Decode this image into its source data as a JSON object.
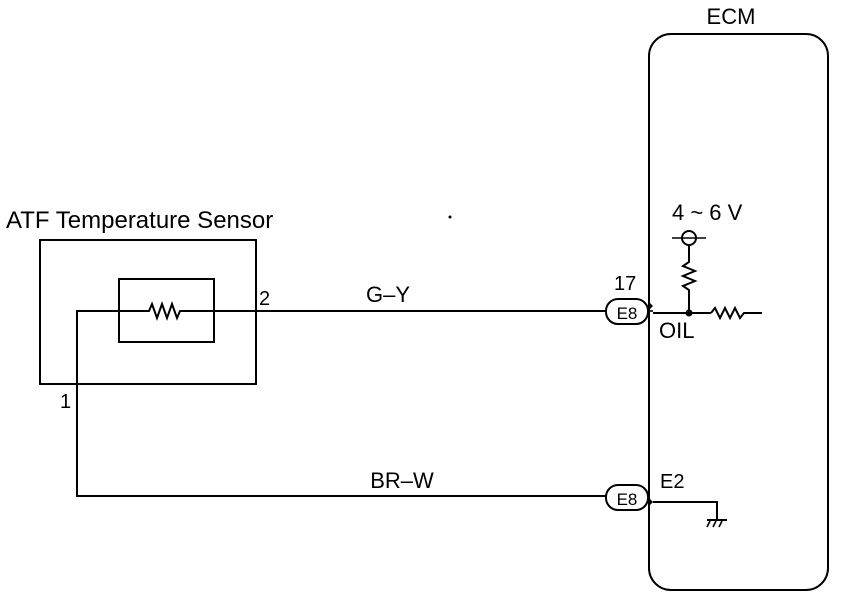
{
  "ecm": {
    "label": "ECM"
  },
  "sensor": {
    "label": "ATF Temperature Sensor",
    "pin_top": "2",
    "pin_bottom": "1"
  },
  "wires": {
    "top": {
      "color_code": "G–Y"
    },
    "bottom": {
      "color_code": "BR–W"
    }
  },
  "connectors": {
    "top": {
      "label": "E8",
      "pin": "17"
    },
    "bottom": {
      "label": "E8"
    }
  },
  "terminals": {
    "oil": "OIL",
    "e2": "E2"
  },
  "supply": {
    "voltage": "4 ~ 6 V"
  }
}
